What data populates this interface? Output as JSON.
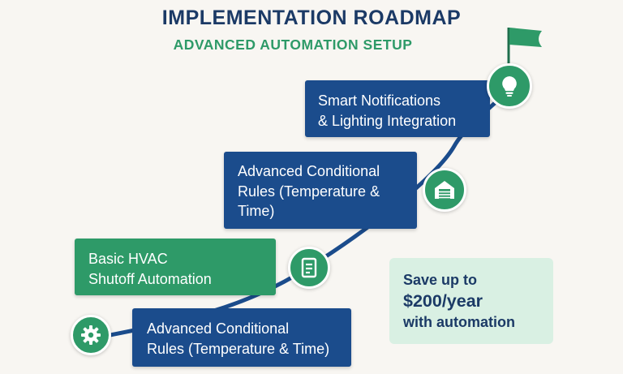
{
  "header": {
    "title": "IMPLEMENTATION ROADMAP",
    "subtitle": "ADVANCED AUTOMATION SETUP"
  },
  "steps": [
    {
      "label": "Advanced Conditional\nRules (Temperature & Time)",
      "icon": "gear-icon"
    },
    {
      "label": "Basic HVAC\nShutoff Automation",
      "icon": "document-icon"
    },
    {
      "label": "Advanced Conditional\nRules (Temperature &\nTime)",
      "icon": "garage-icon"
    },
    {
      "label": "Smart Notifications\n& Lighting Integration",
      "icon": "lightbulb-icon"
    }
  ],
  "savings": {
    "line1": "Save up to",
    "amount": "$200/year",
    "line3": "with automation"
  },
  "colors": {
    "navy": "#1b4c8c",
    "green": "#2e9a68",
    "title": "#1b3a66",
    "savings_bg": "#d9f0e3",
    "background": "#f8f6f2"
  },
  "goal_icon": "flag-icon"
}
